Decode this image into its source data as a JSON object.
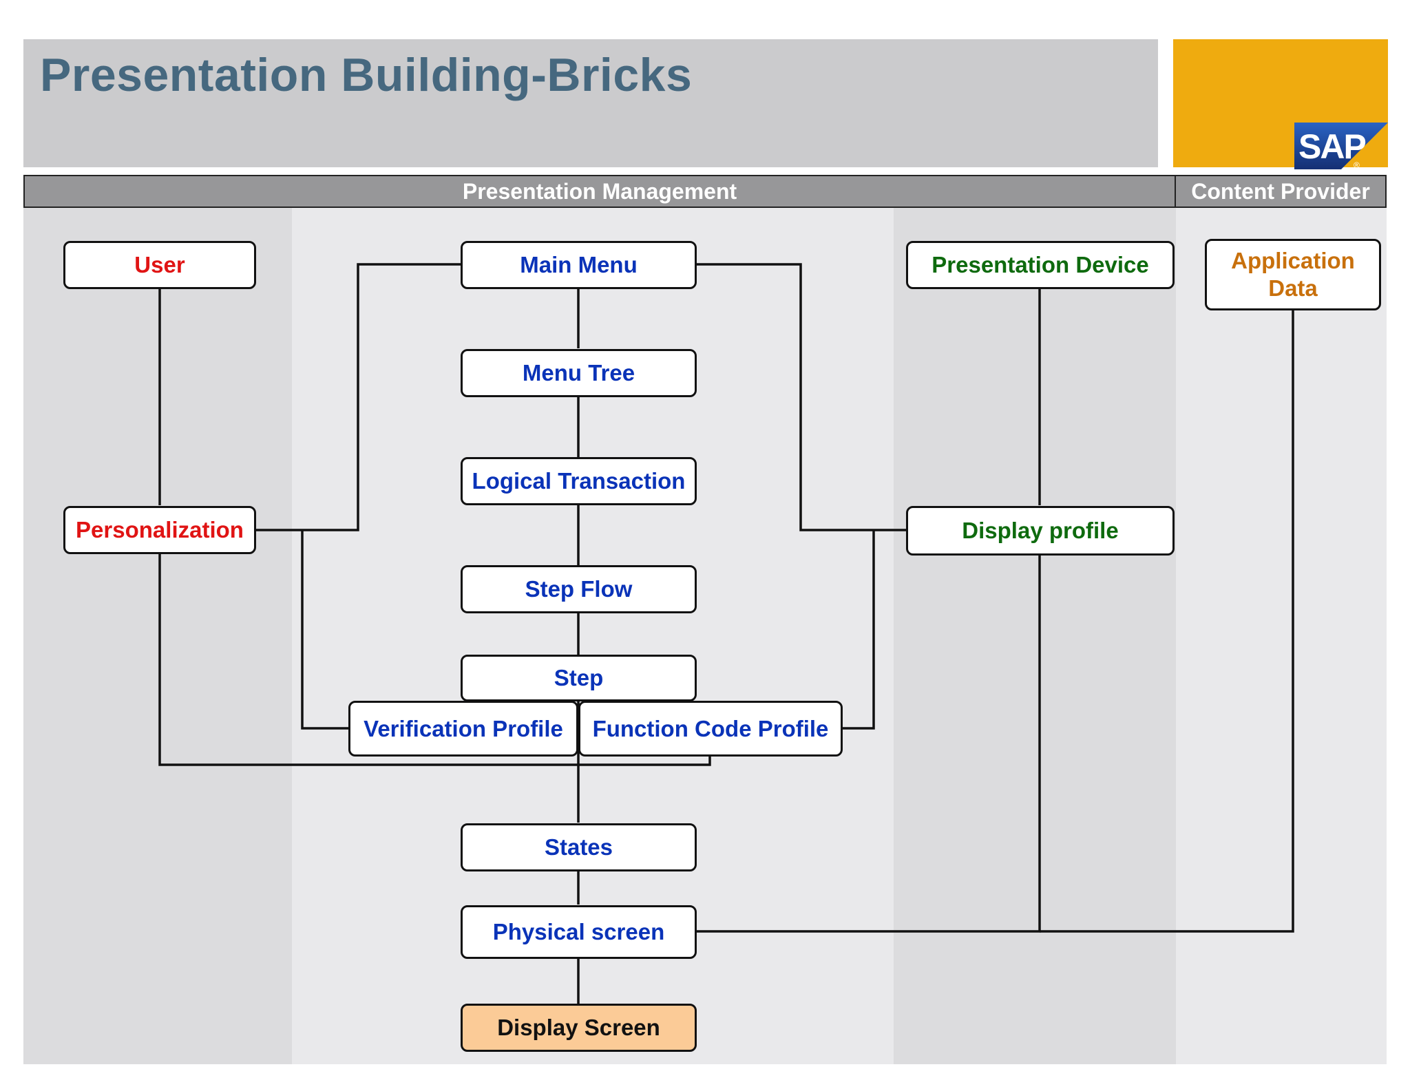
{
  "slide": {
    "title": "Presentation Building-Bricks",
    "logo_text": "SAP",
    "logo_mark": "®"
  },
  "headers": {
    "presentation_management": "Presentation Management",
    "content_provider": "Content Provider"
  },
  "nodes": {
    "user": "User",
    "personalization": "Personalization",
    "main_menu": "Main Menu",
    "menu_tree": "Menu Tree",
    "logical_transaction": "Logical Transaction",
    "step_flow": "Step Flow",
    "step": "Step",
    "verification_profile": "Verification Profile",
    "function_code_profile": "Function Code Profile",
    "states": "States",
    "physical_screen": "Physical screen",
    "display_screen": "Display Screen",
    "presentation_device": "Presentation Device",
    "display_profile": "Display profile",
    "application_data": "Application Data"
  },
  "colors": {
    "title": "#46687f",
    "header_bar": "#979799",
    "logo_band": "#efab0f",
    "sap_blue": "#1a3f8f",
    "node_blue": "#0a33b8",
    "node_red": "#e01414",
    "node_green": "#0e6a0e",
    "node_orange": "#c8700c",
    "display_screen_fill": "#fbcb97"
  }
}
